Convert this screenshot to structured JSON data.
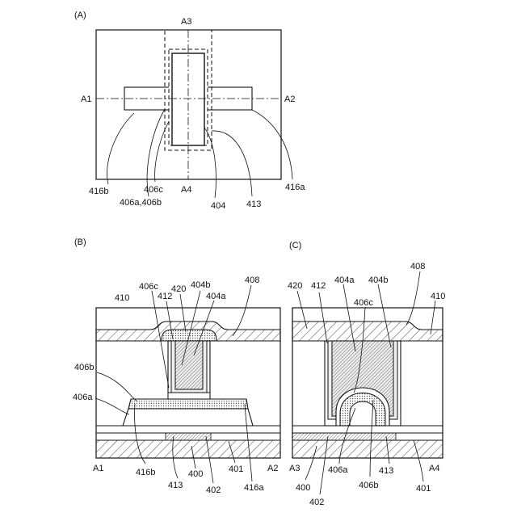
{
  "panels": {
    "A": "(A)",
    "B": "(B)",
    "C": "(C)"
  },
  "plan_view": {
    "A1": "A1",
    "A2": "A2",
    "A3": "A3",
    "A4": "A4",
    "label_416b": "416b",
    "label_406c": "406c",
    "label_406a_406b": "406a,406b",
    "label_404": "404",
    "label_413": "413",
    "label_416a": "416a"
  },
  "section_a1_a2": {
    "A1": "A1",
    "A2": "A2",
    "label_410": "410",
    "label_406c": "406c",
    "label_412": "412",
    "label_420": "420",
    "label_404b": "404b",
    "label_404a": "404a",
    "label_408": "408",
    "label_406b": "406b",
    "label_406a": "406a",
    "label_416b": "416b",
    "label_400": "400",
    "label_413": "413",
    "label_402": "402",
    "label_401": "401",
    "label_416a": "416a"
  },
  "section_a3_a4": {
    "A3": "A3",
    "A4": "A4",
    "label_408": "408",
    "label_420": "420",
    "label_412": "412",
    "label_404a": "404a",
    "label_404b": "404b",
    "label_410": "410",
    "label_406c": "406c",
    "label_406a": "406a",
    "label_406b": "406b",
    "label_413": "413",
    "label_401": "401",
    "label_400": "400",
    "label_402": "402"
  },
  "colors": {
    "line": "#111111",
    "fill_light": "#e6e6e6",
    "fill_stipple": "#d0d0d0",
    "background": "#ffffff"
  }
}
